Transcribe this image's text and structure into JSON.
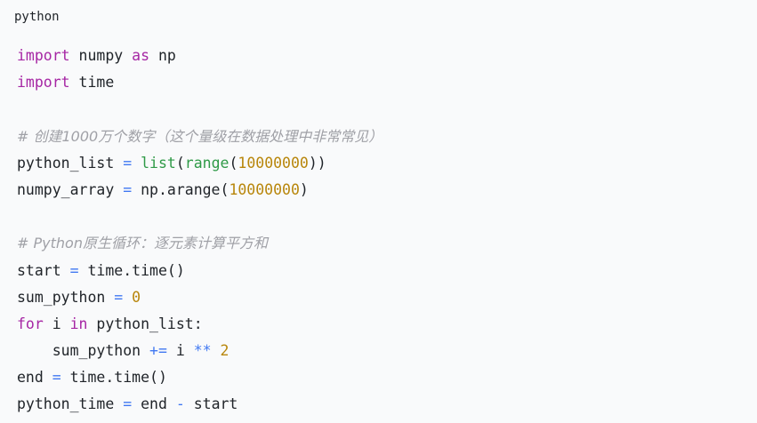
{
  "language": "python",
  "lines": [
    [
      {
        "t": "import",
        "c": "kw"
      },
      {
        "t": " numpy "
      },
      {
        "t": "as",
        "c": "kw"
      },
      {
        "t": " np"
      }
    ],
    [
      {
        "t": "import",
        "c": "kw"
      },
      {
        "t": " time"
      }
    ],
    [],
    [
      {
        "t": "# 创建1000万个数字（这个量级在数据处理中非常常见）",
        "c": "cm"
      }
    ],
    [
      {
        "t": "python_list "
      },
      {
        "t": "=",
        "c": "op"
      },
      {
        "t": " "
      },
      {
        "t": "list",
        "c": "bi"
      },
      {
        "t": "("
      },
      {
        "t": "range",
        "c": "bi"
      },
      {
        "t": "("
      },
      {
        "t": "10000000",
        "c": "num"
      },
      {
        "t": "))"
      }
    ],
    [
      {
        "t": "numpy_array "
      },
      {
        "t": "=",
        "c": "op"
      },
      {
        "t": " np.arange("
      },
      {
        "t": "10000000",
        "c": "num"
      },
      {
        "t": ")"
      }
    ],
    [],
    [
      {
        "t": "# Python原生循环：逐元素计算平方和",
        "c": "cm"
      }
    ],
    [
      {
        "t": "start "
      },
      {
        "t": "=",
        "c": "op"
      },
      {
        "t": " time.time()"
      }
    ],
    [
      {
        "t": "sum_python "
      },
      {
        "t": "=",
        "c": "op"
      },
      {
        "t": " "
      },
      {
        "t": "0",
        "c": "num"
      }
    ],
    [
      {
        "t": "for",
        "c": "kw"
      },
      {
        "t": " i "
      },
      {
        "t": "in",
        "c": "kw"
      },
      {
        "t": " python_list:"
      }
    ],
    [
      {
        "t": "    sum_python "
      },
      {
        "t": "+=",
        "c": "op"
      },
      {
        "t": " i "
      },
      {
        "t": "**",
        "c": "op"
      },
      {
        "t": " "
      },
      {
        "t": "2",
        "c": "num"
      }
    ],
    [
      {
        "t": "end "
      },
      {
        "t": "=",
        "c": "op"
      },
      {
        "t": " time.time()"
      }
    ],
    [
      {
        "t": "python_time "
      },
      {
        "t": "=",
        "c": "op"
      },
      {
        "t": " end "
      },
      {
        "t": "-",
        "c": "op"
      },
      {
        "t": " start"
      }
    ]
  ]
}
